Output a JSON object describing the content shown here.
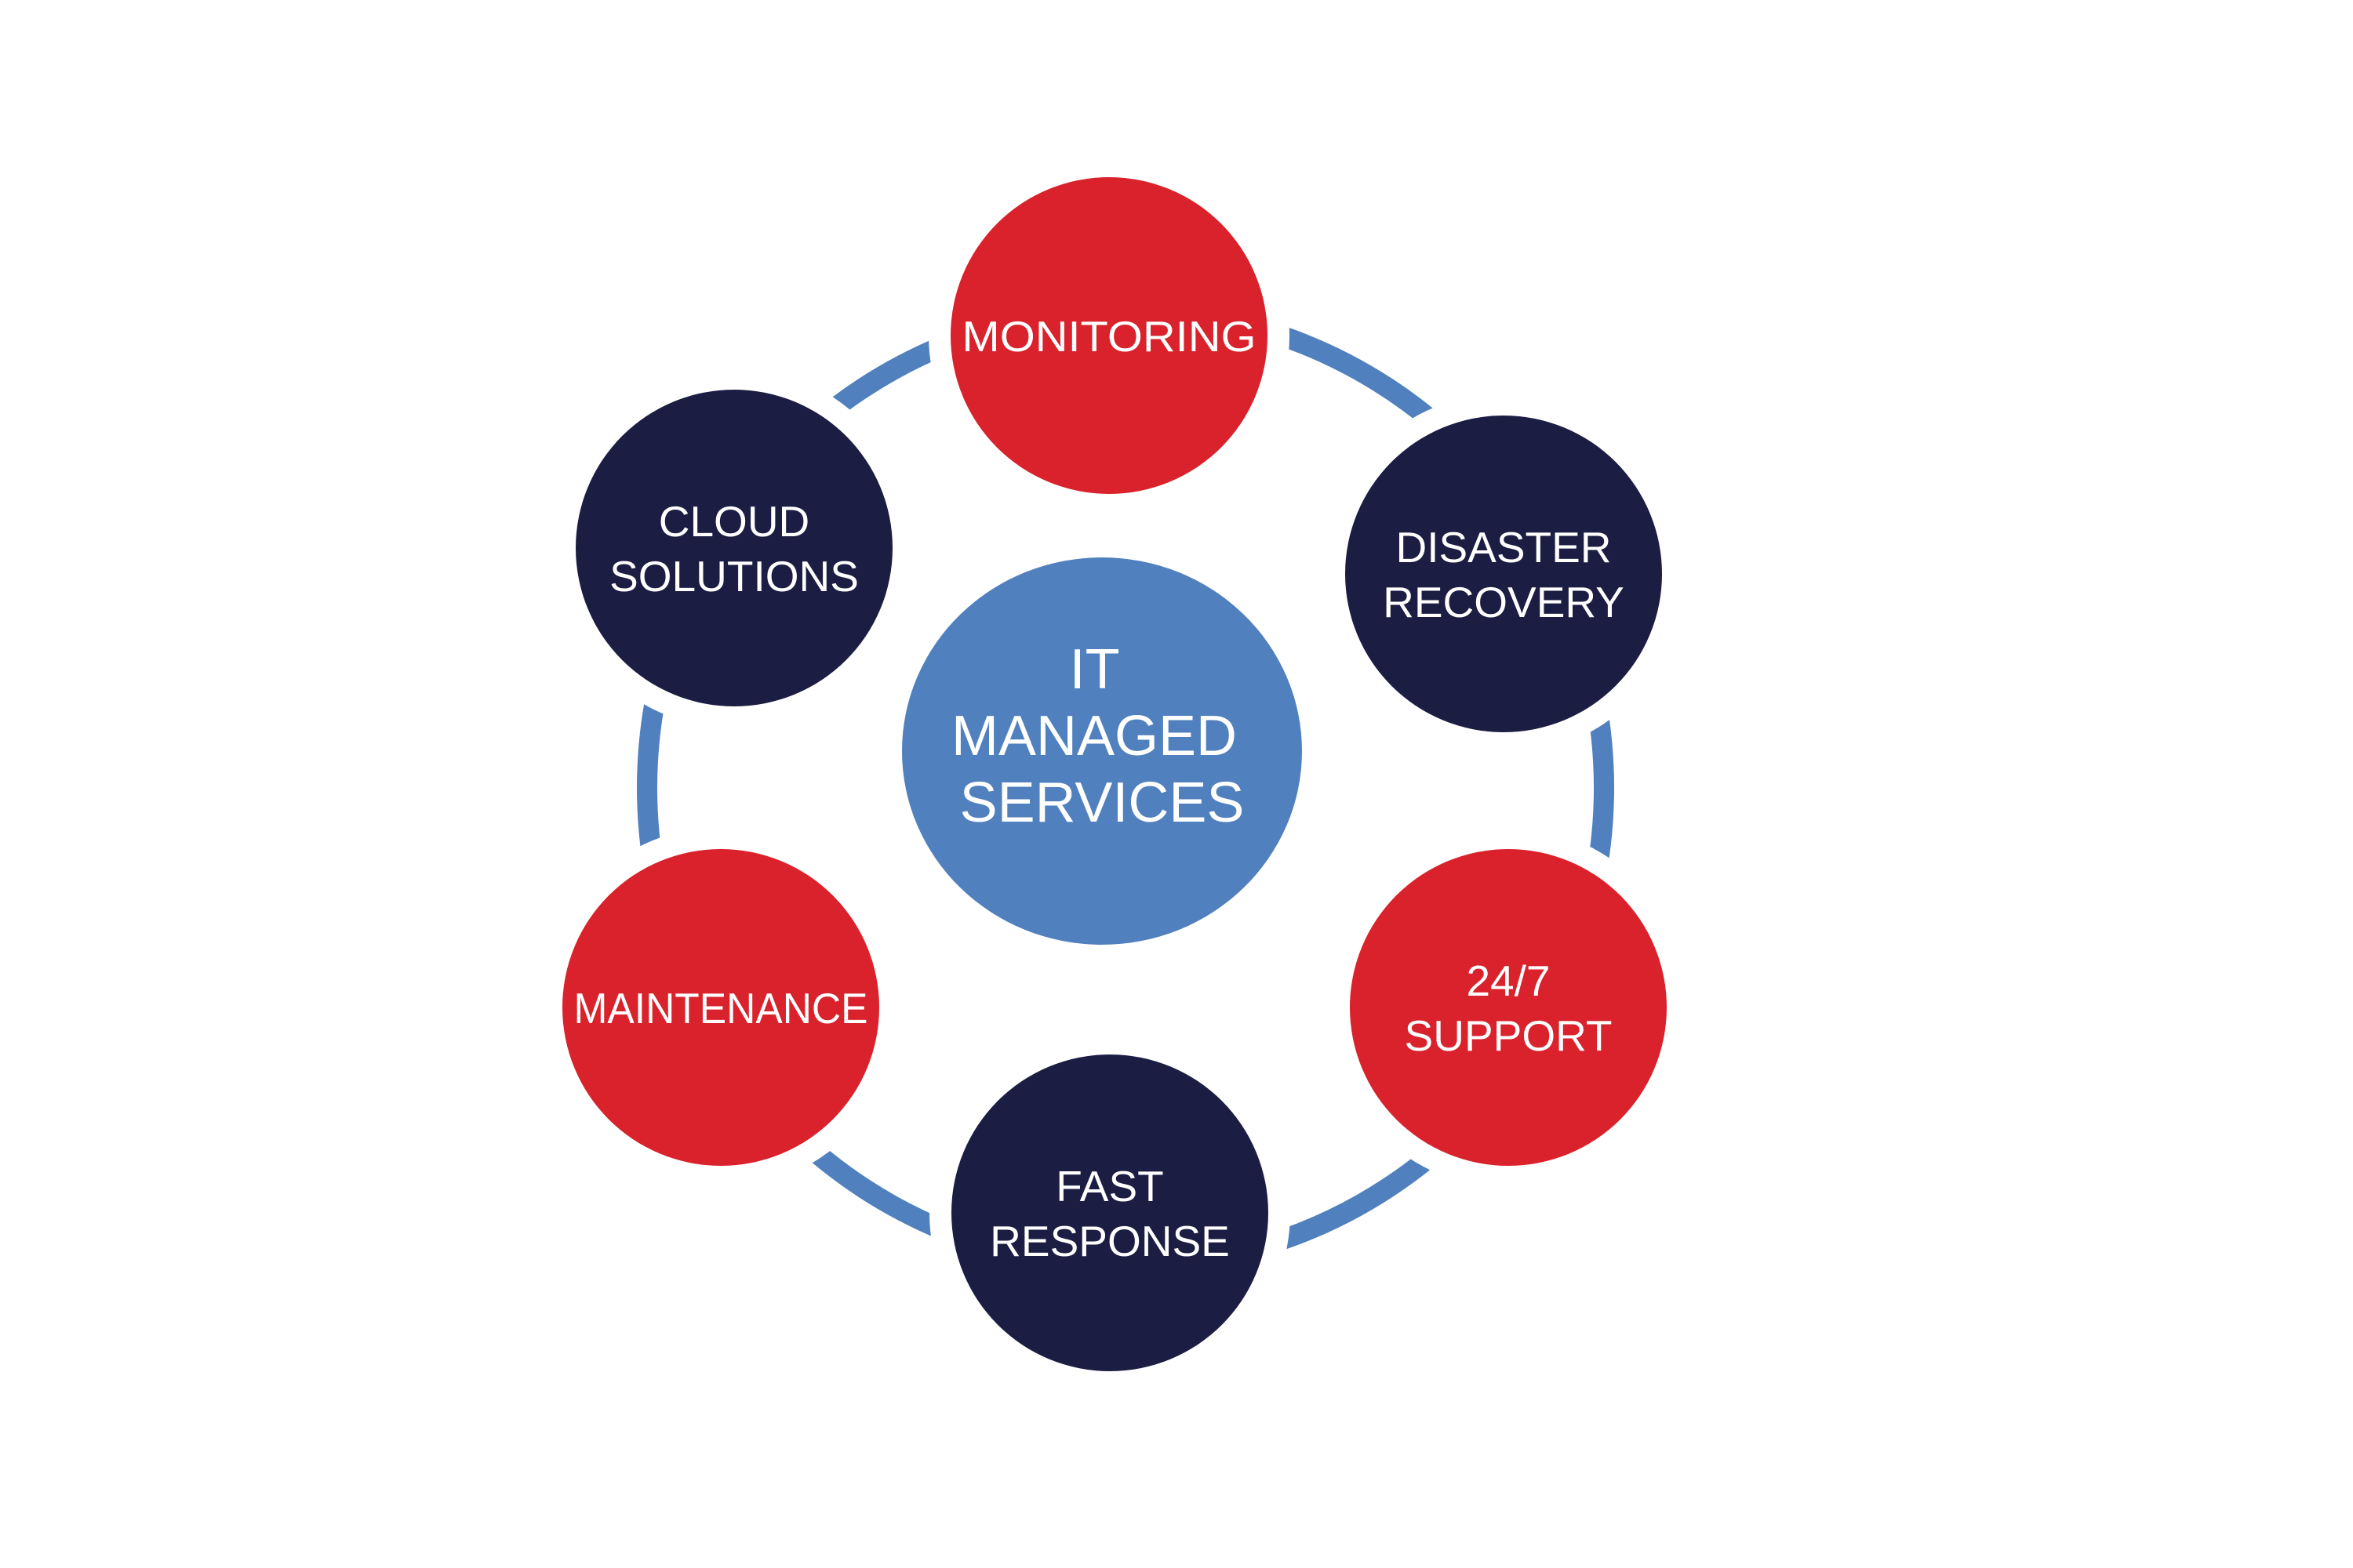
{
  "diagram": {
    "title": "IT Managed Services",
    "hub": {
      "lines": [
        "IT",
        "MANAGED",
        "SERVICES"
      ],
      "color": "#5080BE"
    },
    "ring_color": "#5080BE",
    "nodes": [
      {
        "id": "monitoring",
        "lines": [
          "MONITORING"
        ],
        "color": "#D9222B"
      },
      {
        "id": "disaster-recovery",
        "lines": [
          "DISASTER",
          "RECOVERY"
        ],
        "color": "#1B1D42"
      },
      {
        "id": "support-24-7",
        "lines": [
          "24/7",
          "SUPPORT"
        ],
        "color": "#D9222B"
      },
      {
        "id": "fast-response",
        "lines": [
          "FAST",
          "RESPONSE"
        ],
        "color": "#1B1D42"
      },
      {
        "id": "maintenance",
        "lines": [
          "MAINTENANCE"
        ],
        "color": "#D9222B"
      },
      {
        "id": "cloud-solutions",
        "lines": [
          "CLOUD",
          "SOLUTIONS"
        ],
        "color": "#1B1D42"
      }
    ],
    "label_color": "#FFFFFF"
  }
}
